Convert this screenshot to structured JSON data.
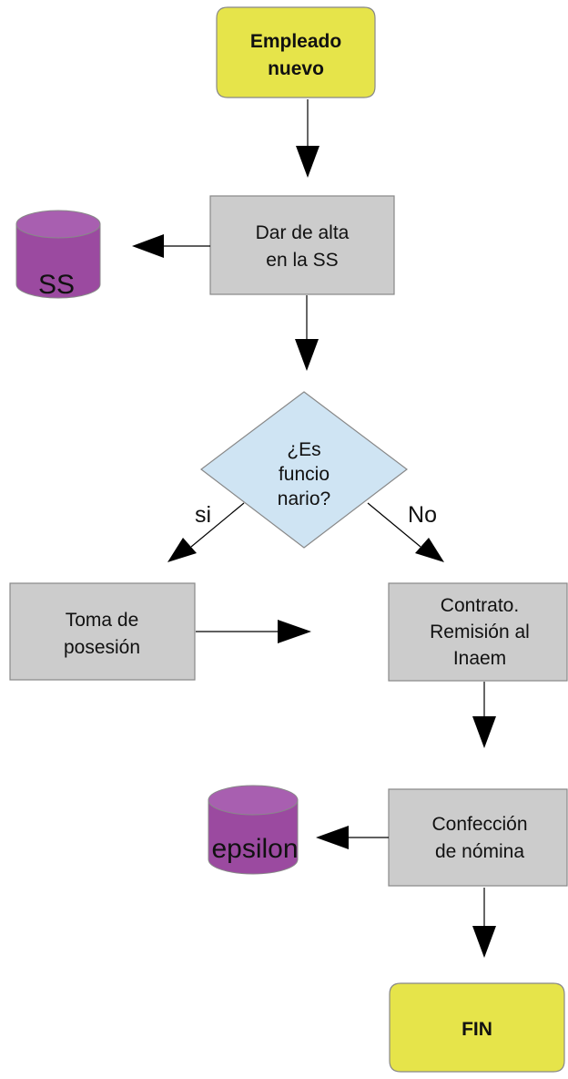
{
  "nodes": {
    "start": {
      "line1": "Empleado",
      "line2": "nuevo"
    },
    "alta_ss": {
      "line1": "Dar de alta",
      "line2": "en la SS"
    },
    "ss_db": {
      "label": "SS"
    },
    "decision": {
      "line1": "¿Es",
      "line2": "funcio",
      "line3": "nario?"
    },
    "branch_yes": {
      "label": "si"
    },
    "branch_no": {
      "label": "No"
    },
    "toma_posesion": {
      "line1": "Toma de",
      "line2": "posesión"
    },
    "contrato": {
      "line1": "Contrato.",
      "line2": "Remisión al",
      "line3": "Inaem"
    },
    "confeccion": {
      "line1": "Confección",
      "line2": "de nómina"
    },
    "epsilon_db": {
      "label": "epsilon"
    },
    "end": {
      "label": "FIN"
    }
  },
  "colors": {
    "terminal_fill": "#e6e44a",
    "process_fill": "#cccccc",
    "decision_fill": "#cfe4f3",
    "database_fill": "#9b4aa0",
    "database_top": "#a85fb0",
    "stroke": "#888888",
    "arrow": "#000000"
  }
}
